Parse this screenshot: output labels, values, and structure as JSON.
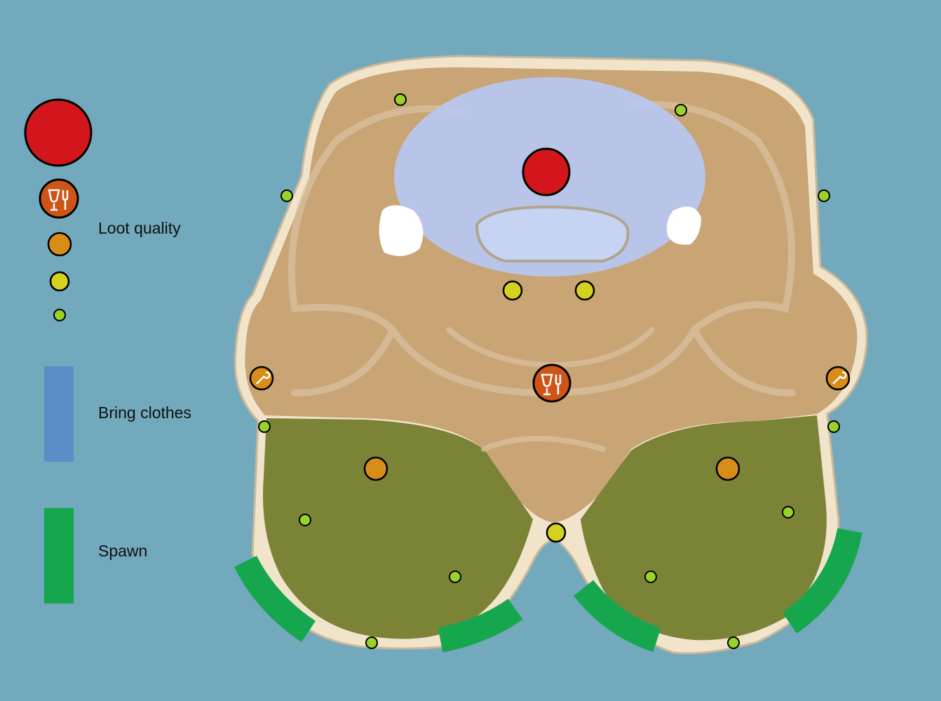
{
  "legend": {
    "loot_quality_label": "Loot quality",
    "bring_clothes_label": "Bring clothes",
    "spawn_label": "Spawn",
    "loot_tiers": [
      {
        "tier": "highest",
        "icon": "red-circle-icon",
        "color": "#d2161b"
      },
      {
        "tier": "food",
        "icon": "food-drink-icon",
        "color": "#cf5418"
      },
      {
        "tier": "high",
        "icon": "orange-circle-icon",
        "color": "#d88d19"
      },
      {
        "tier": "medium",
        "icon": "yellow-circle-icon",
        "color": "#d4d21f"
      },
      {
        "tier": "low",
        "icon": "green-circle-icon",
        "color": "#99d22a"
      }
    ],
    "bring_clothes_color": "#5b8dc6",
    "spawn_color": "#16a74e"
  },
  "map": {
    "water_color": "#72a9bd",
    "sand_color": "#f1e4cb",
    "desert_color": "#c9a474",
    "grass_color": "#7b8336",
    "snow_zone_color": "#b7c8f2",
    "markers": [
      {
        "type": "highest",
        "icon": "red-circle-icon"
      },
      {
        "type": "food",
        "icon": "food-drink-icon"
      },
      {
        "type": "workshop",
        "icon": "wrench-icon"
      },
      {
        "type": "workshop",
        "icon": "wrench-icon"
      },
      {
        "type": "high",
        "icon": "orange-circle-icon"
      },
      {
        "type": "high",
        "icon": "orange-circle-icon"
      },
      {
        "type": "medium",
        "icon": "yellow-circle-icon"
      },
      {
        "type": "medium",
        "icon": "yellow-circle-icon"
      },
      {
        "type": "medium",
        "icon": "yellow-circle-icon"
      },
      {
        "type": "low",
        "icon": "green-circle-icon"
      }
    ]
  }
}
